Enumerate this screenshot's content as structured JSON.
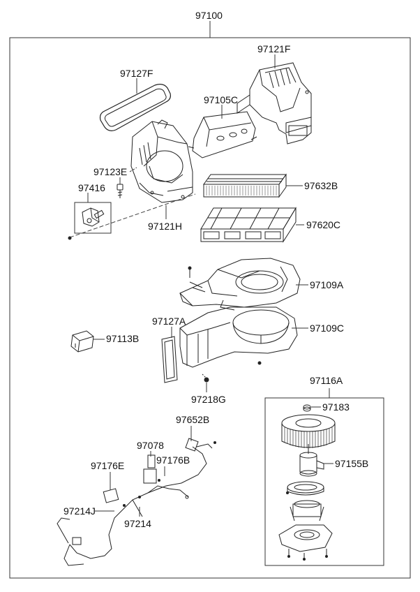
{
  "assembly": {
    "number": "97100"
  },
  "parts": [
    {
      "id": "97127F"
    },
    {
      "id": "97121F"
    },
    {
      "id": "97105C"
    },
    {
      "id": "97123E"
    },
    {
      "id": "97416"
    },
    {
      "id": "97632B"
    },
    {
      "id": "97121H"
    },
    {
      "id": "97620C"
    },
    {
      "id": "97109A"
    },
    {
      "id": "97127A"
    },
    {
      "id": "97113B"
    },
    {
      "id": "97109C"
    },
    {
      "id": "97218G"
    },
    {
      "id": "97116A"
    },
    {
      "id": "97183"
    },
    {
      "id": "97652B"
    },
    {
      "id": "97078"
    },
    {
      "id": "97176B"
    },
    {
      "id": "97155B"
    },
    {
      "id": "97176E"
    },
    {
      "id": "97214J"
    },
    {
      "id": "97214"
    }
  ]
}
